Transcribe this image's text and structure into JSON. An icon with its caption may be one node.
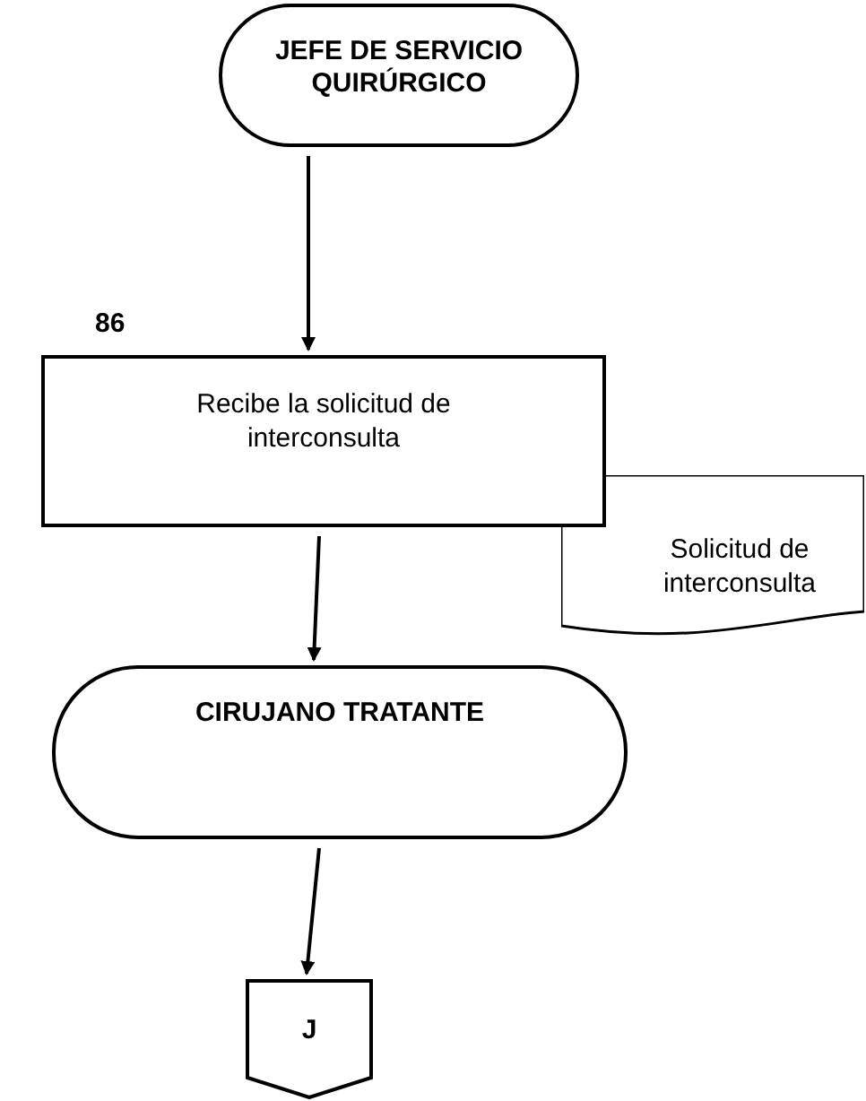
{
  "diagram": {
    "nodes": [
      {
        "text": [
          "JEFE DE SERVICIO QUIRÚRGICO"
        ]
      },
      {
        "text": [
          "Recibe la solicitud de interconsulta"
        ],
        "beside": [
          "86"
        ]
      },
      {
        "text": [
          "Solicitud de interconsulta"
        ]
      },
      {
        "text": [
          "CIRUJANO TRATANTE"
        ]
      },
      {
        "text": [
          "J"
        ]
      }
    ],
    "edges": [
      {
        "from": 0,
        "to": 1,
        "arrow": "to"
      },
      {
        "from": 1,
        "to": 3,
        "arrow": "to"
      },
      {
        "from": 3,
        "to": 4,
        "arrow": "to"
      }
    ]
  }
}
